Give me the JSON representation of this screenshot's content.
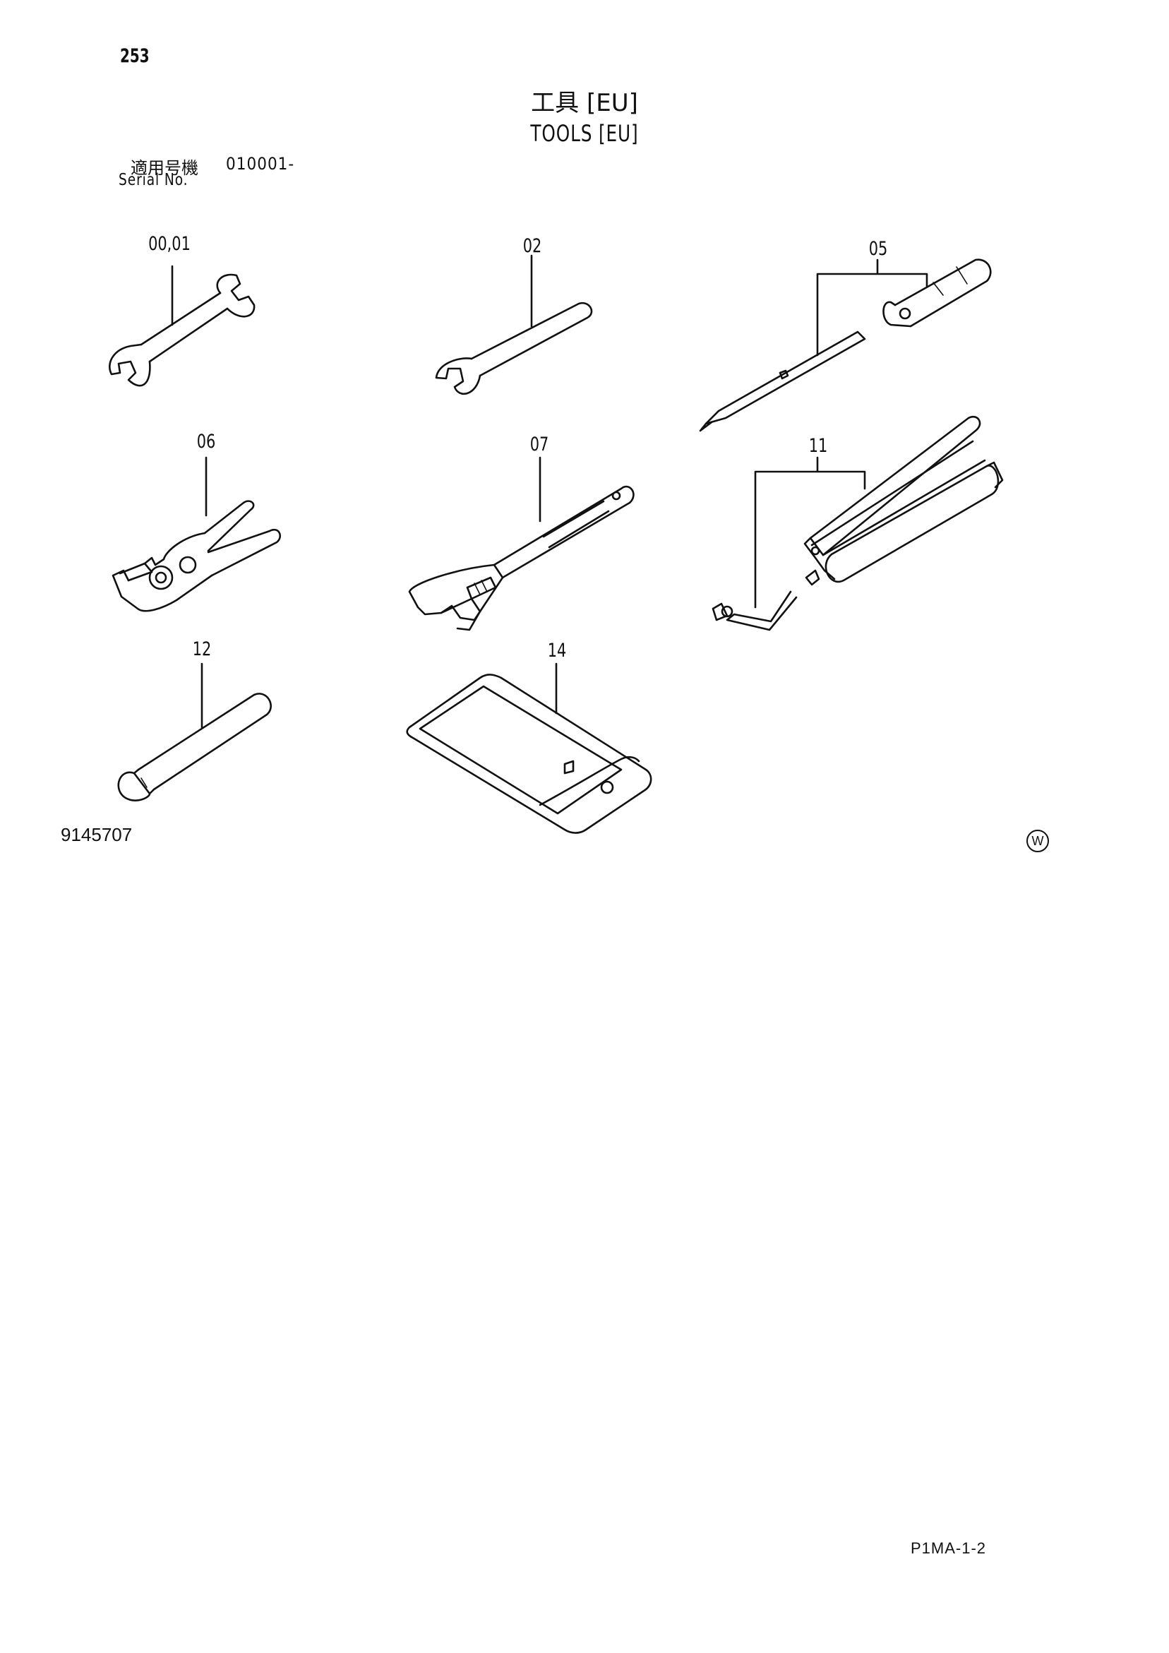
{
  "page_number": "253",
  "title_ja": "工具 [EU]",
  "title_en": "TOOLS [EU]",
  "serial": {
    "label_ja": "適用号機",
    "value": "010001-",
    "label_en": "Serial No."
  },
  "parts": [
    {
      "ref": "00,01",
      "icon": "double-open-end-wrench-icon"
    },
    {
      "ref": "02",
      "icon": "single-open-end-wrench-icon"
    },
    {
      "ref": "05",
      "icon": "screwdriver-icon"
    },
    {
      "ref": "06",
      "icon": "pliers-icon"
    },
    {
      "ref": "07",
      "icon": "adjustable-wrench-icon"
    },
    {
      "ref": "11",
      "icon": "grease-gun-icon"
    },
    {
      "ref": "12",
      "icon": "grease-cartridge-icon"
    },
    {
      "ref": "14",
      "icon": "tool-bag-icon"
    }
  ],
  "figure_number": "9145707",
  "mark": "W",
  "sheet_ref": "P1MA-1-2"
}
